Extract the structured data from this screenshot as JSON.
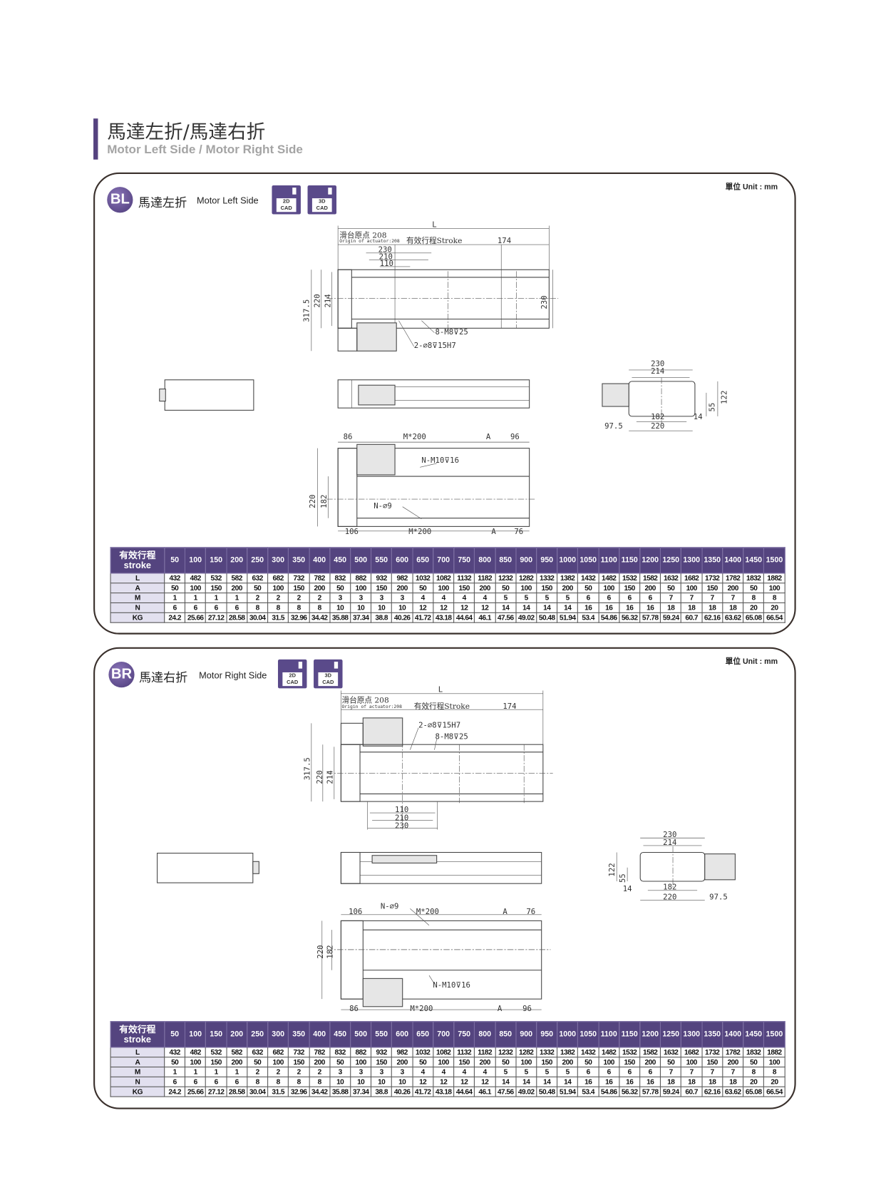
{
  "header": {
    "title_zh": "馬達左折/馬達右折",
    "title_en": "Motor Left Side / Motor Right Side"
  },
  "colors": {
    "accent": "#54447f",
    "row_header_bg": "#e2e0ef",
    "border": "#3a302c"
  },
  "panels": [
    {
      "badge": "BL",
      "title_zh": "馬達左折",
      "title_en": "Motor Left Side",
      "cad_2d": "2D CAD",
      "cad_3d": "3D CAD",
      "unit": "單位 Unit : mm",
      "dims": {
        "L": "L",
        "origin_zh": "滑台原点 208",
        "origin_en": "Origin of actuator:208",
        "stroke": "有效行程Stroke",
        "d174": "174",
        "d230": "230",
        "d210": "210",
        "d110": "110",
        "d317_5": "317.5",
        "d220": "220",
        "d214": "214",
        "d230v": "230",
        "m8": "8-M8⊽25",
        "pin": "2-⌀8⊽15H7",
        "e230": "230",
        "e214": "214",
        "e182": "182",
        "e220": "220",
        "e97_5": "97.5",
        "e14": "14",
        "e55": "55",
        "e122": "122",
        "b86": "86",
        "bM200a": "M*200",
        "bAa": "A",
        "b96": "96",
        "bM10": "N-M10⊽16",
        "b220": "220",
        "b182": "182",
        "bN9": "N-⌀9",
        "b106": "106",
        "bM200b": "M*200",
        "bAb": "A",
        "b76": "76"
      }
    },
    {
      "badge": "BR",
      "title_zh": "馬達右折",
      "title_en": "Motor Right Side",
      "cad_2d": "2D CAD",
      "cad_3d": "3D CAD",
      "unit": "單位 Unit : mm",
      "dims": {
        "L": "L",
        "origin_zh": "滑台原点 208",
        "origin_en": "Origin of actuator:208",
        "stroke": "有效行程Stroke",
        "d174": "174",
        "d230": "230",
        "d210": "210",
        "d110": "110",
        "d317_5": "317.5",
        "d220": "220",
        "d214": "214",
        "m8": "8-M8⊽25",
        "pin": "2-⌀8⊽15H7",
        "e230": "230",
        "e214": "214",
        "e182": "182",
        "e220": "220",
        "e97_5": "97.5",
        "e14": "14",
        "e55": "55",
        "e122": "122",
        "b86": "86",
        "bM200a": "M*200",
        "bAa": "A",
        "b96": "96",
        "bM10": "N-M10⊽16",
        "b220": "220",
        "b182": "182",
        "bN9": "N-⌀9",
        "b106": "106",
        "bM200b": "M*200",
        "bAb": "A",
        "b76": "76"
      }
    }
  ],
  "table": {
    "header_label_zh": "有效行程",
    "header_label_en": "stroke",
    "strokes": [
      50,
      100,
      150,
      200,
      250,
      300,
      350,
      400,
      450,
      500,
      550,
      600,
      650,
      700,
      750,
      800,
      850,
      900,
      950,
      1000,
      1050,
      1100,
      1150,
      1200,
      1250,
      1300,
      1350,
      1400,
      1450,
      1500
    ],
    "rows": [
      {
        "label": "L",
        "values": [
          432,
          482,
          532,
          582,
          632,
          682,
          732,
          782,
          832,
          882,
          932,
          982,
          1032,
          1082,
          1132,
          1182,
          1232,
          1282,
          1332,
          1382,
          1432,
          1482,
          1532,
          1582,
          1632,
          1682,
          1732,
          1782,
          1832,
          1882
        ]
      },
      {
        "label": "A",
        "values": [
          50,
          100,
          150,
          200,
          50,
          100,
          150,
          200,
          50,
          100,
          150,
          200,
          50,
          100,
          150,
          200,
          50,
          100,
          150,
          200,
          50,
          100,
          150,
          200,
          50,
          100,
          150,
          200,
          50,
          100
        ]
      },
      {
        "label": "M",
        "values": [
          1,
          1,
          1,
          1,
          2,
          2,
          2,
          2,
          3,
          3,
          3,
          3,
          4,
          4,
          4,
          4,
          5,
          5,
          5,
          5,
          6,
          6,
          6,
          6,
          7,
          7,
          7,
          7,
          8,
          8
        ]
      },
      {
        "label": "N",
        "values": [
          6,
          6,
          6,
          6,
          8,
          8,
          8,
          8,
          10,
          10,
          10,
          10,
          12,
          12,
          12,
          12,
          14,
          14,
          14,
          14,
          16,
          16,
          16,
          16,
          18,
          18,
          18,
          18,
          20,
          20
        ]
      },
      {
        "label": "KG",
        "values": [
          24.2,
          25.66,
          27.12,
          28.58,
          30.04,
          31.5,
          32.96,
          34.42,
          35.88,
          37.34,
          38.8,
          40.26,
          41.72,
          43.18,
          44.64,
          46.1,
          47.56,
          49.02,
          50.48,
          51.94,
          53.4,
          54.86,
          56.32,
          57.78,
          59.24,
          60.7,
          62.16,
          63.62,
          65.08,
          66.54
        ]
      }
    ]
  }
}
